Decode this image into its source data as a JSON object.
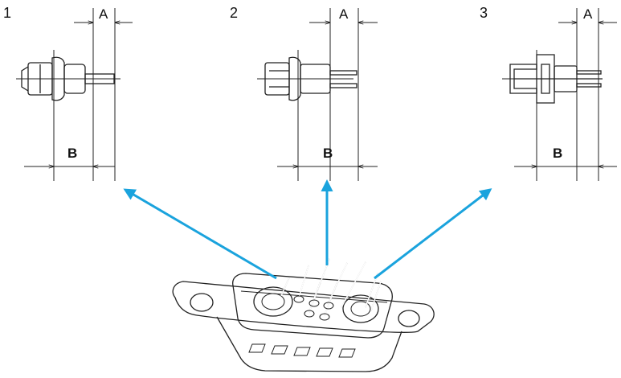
{
  "diagram": {
    "variants": [
      {
        "number": "1",
        "dim_a": "A",
        "dim_b": "B"
      },
      {
        "number": "2",
        "dim_a": "A",
        "dim_b": "B"
      },
      {
        "number": "3",
        "dim_a": "A",
        "dim_b": "B"
      }
    ],
    "arrow_color": "#1aa3dd"
  }
}
